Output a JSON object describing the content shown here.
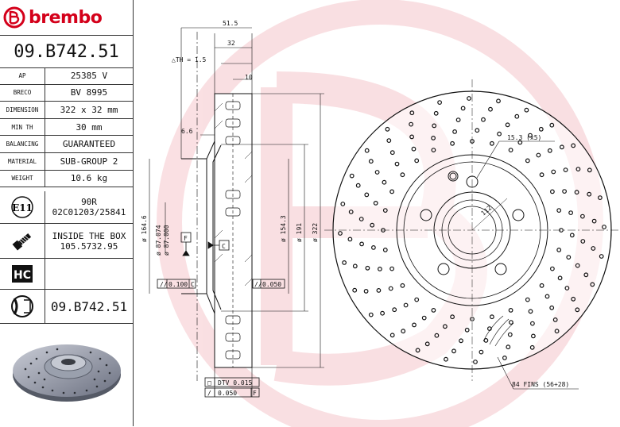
{
  "brand": {
    "name": "brembo",
    "color": "#d4001a"
  },
  "part_number": "09.B742.51",
  "specs": [
    {
      "key": "AP",
      "value": "25385 V"
    },
    {
      "key": "BRECO",
      "value": "BV 8995"
    },
    {
      "key": "DIMENSION",
      "value": "322 x 32 mm"
    },
    {
      "key": "MIN TH",
      "value": "30 mm"
    },
    {
      "key": "BALANCING",
      "value": "GUARANTEED"
    },
    {
      "key": "MATERIAL",
      "value": "SUB-GROUP 2"
    },
    {
      "key": "WEIGHT",
      "value": "10.6 kg"
    }
  ],
  "e11": {
    "icon": "E11",
    "line1": "90R",
    "line2": "02C01203/25841"
  },
  "box": {
    "icon": "bolt-icon",
    "line1": "INSIDE THE BOX",
    "line2": "105.5732.95"
  },
  "hc": {
    "icon": "HC"
  },
  "part_number_2": "09.B742.51",
  "drawing": {
    "dim_51_5": "51.5",
    "dim_32": "32",
    "th": "△TH = 1.5",
    "dim_10": "10",
    "dim_6_6": "6.6",
    "d164": "ø 164.6",
    "d87a": "ø 87.074",
    "d87b": "ø 87.000",
    "d154": "ø 154.3",
    "d191": "ø 191",
    "d322": "ø 322",
    "ref_f": "F",
    "ref_c": "C",
    "tol1": "0.100",
    "tol1_ref": "C",
    "tol2": "0.050",
    "dtv": "DTV 0.015",
    "tol3": "0.050",
    "tol3_ref": "F",
    "holes": "15.3 (x5)",
    "pcd": "112",
    "fins": "84 FINS (56+28)"
  }
}
